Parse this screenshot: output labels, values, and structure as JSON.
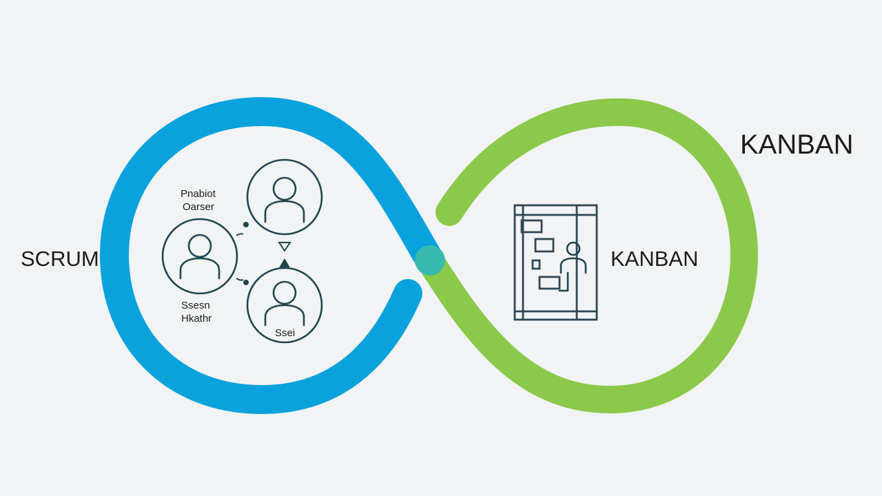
{
  "labels": {
    "scrum": "SCRUM",
    "kanban_inner": "KANBAN",
    "kanban_title": "KANBAN",
    "role_top_line1": "Pnabiot",
    "role_top_line2": "Oarser",
    "role_bottom_line1": "Ssesn",
    "role_bottom_line2": "Hkathr",
    "role_team": "Ssei"
  },
  "colors": {
    "scrum_loop": "#0aa2dc",
    "kanban_loop": "#8bc94a",
    "crossing": "#3dbda8",
    "background": "#f1f3f4"
  },
  "icons": {
    "roles": [
      "person-icon",
      "person-icon",
      "person-icon"
    ],
    "board": "kanban-board-icon"
  }
}
